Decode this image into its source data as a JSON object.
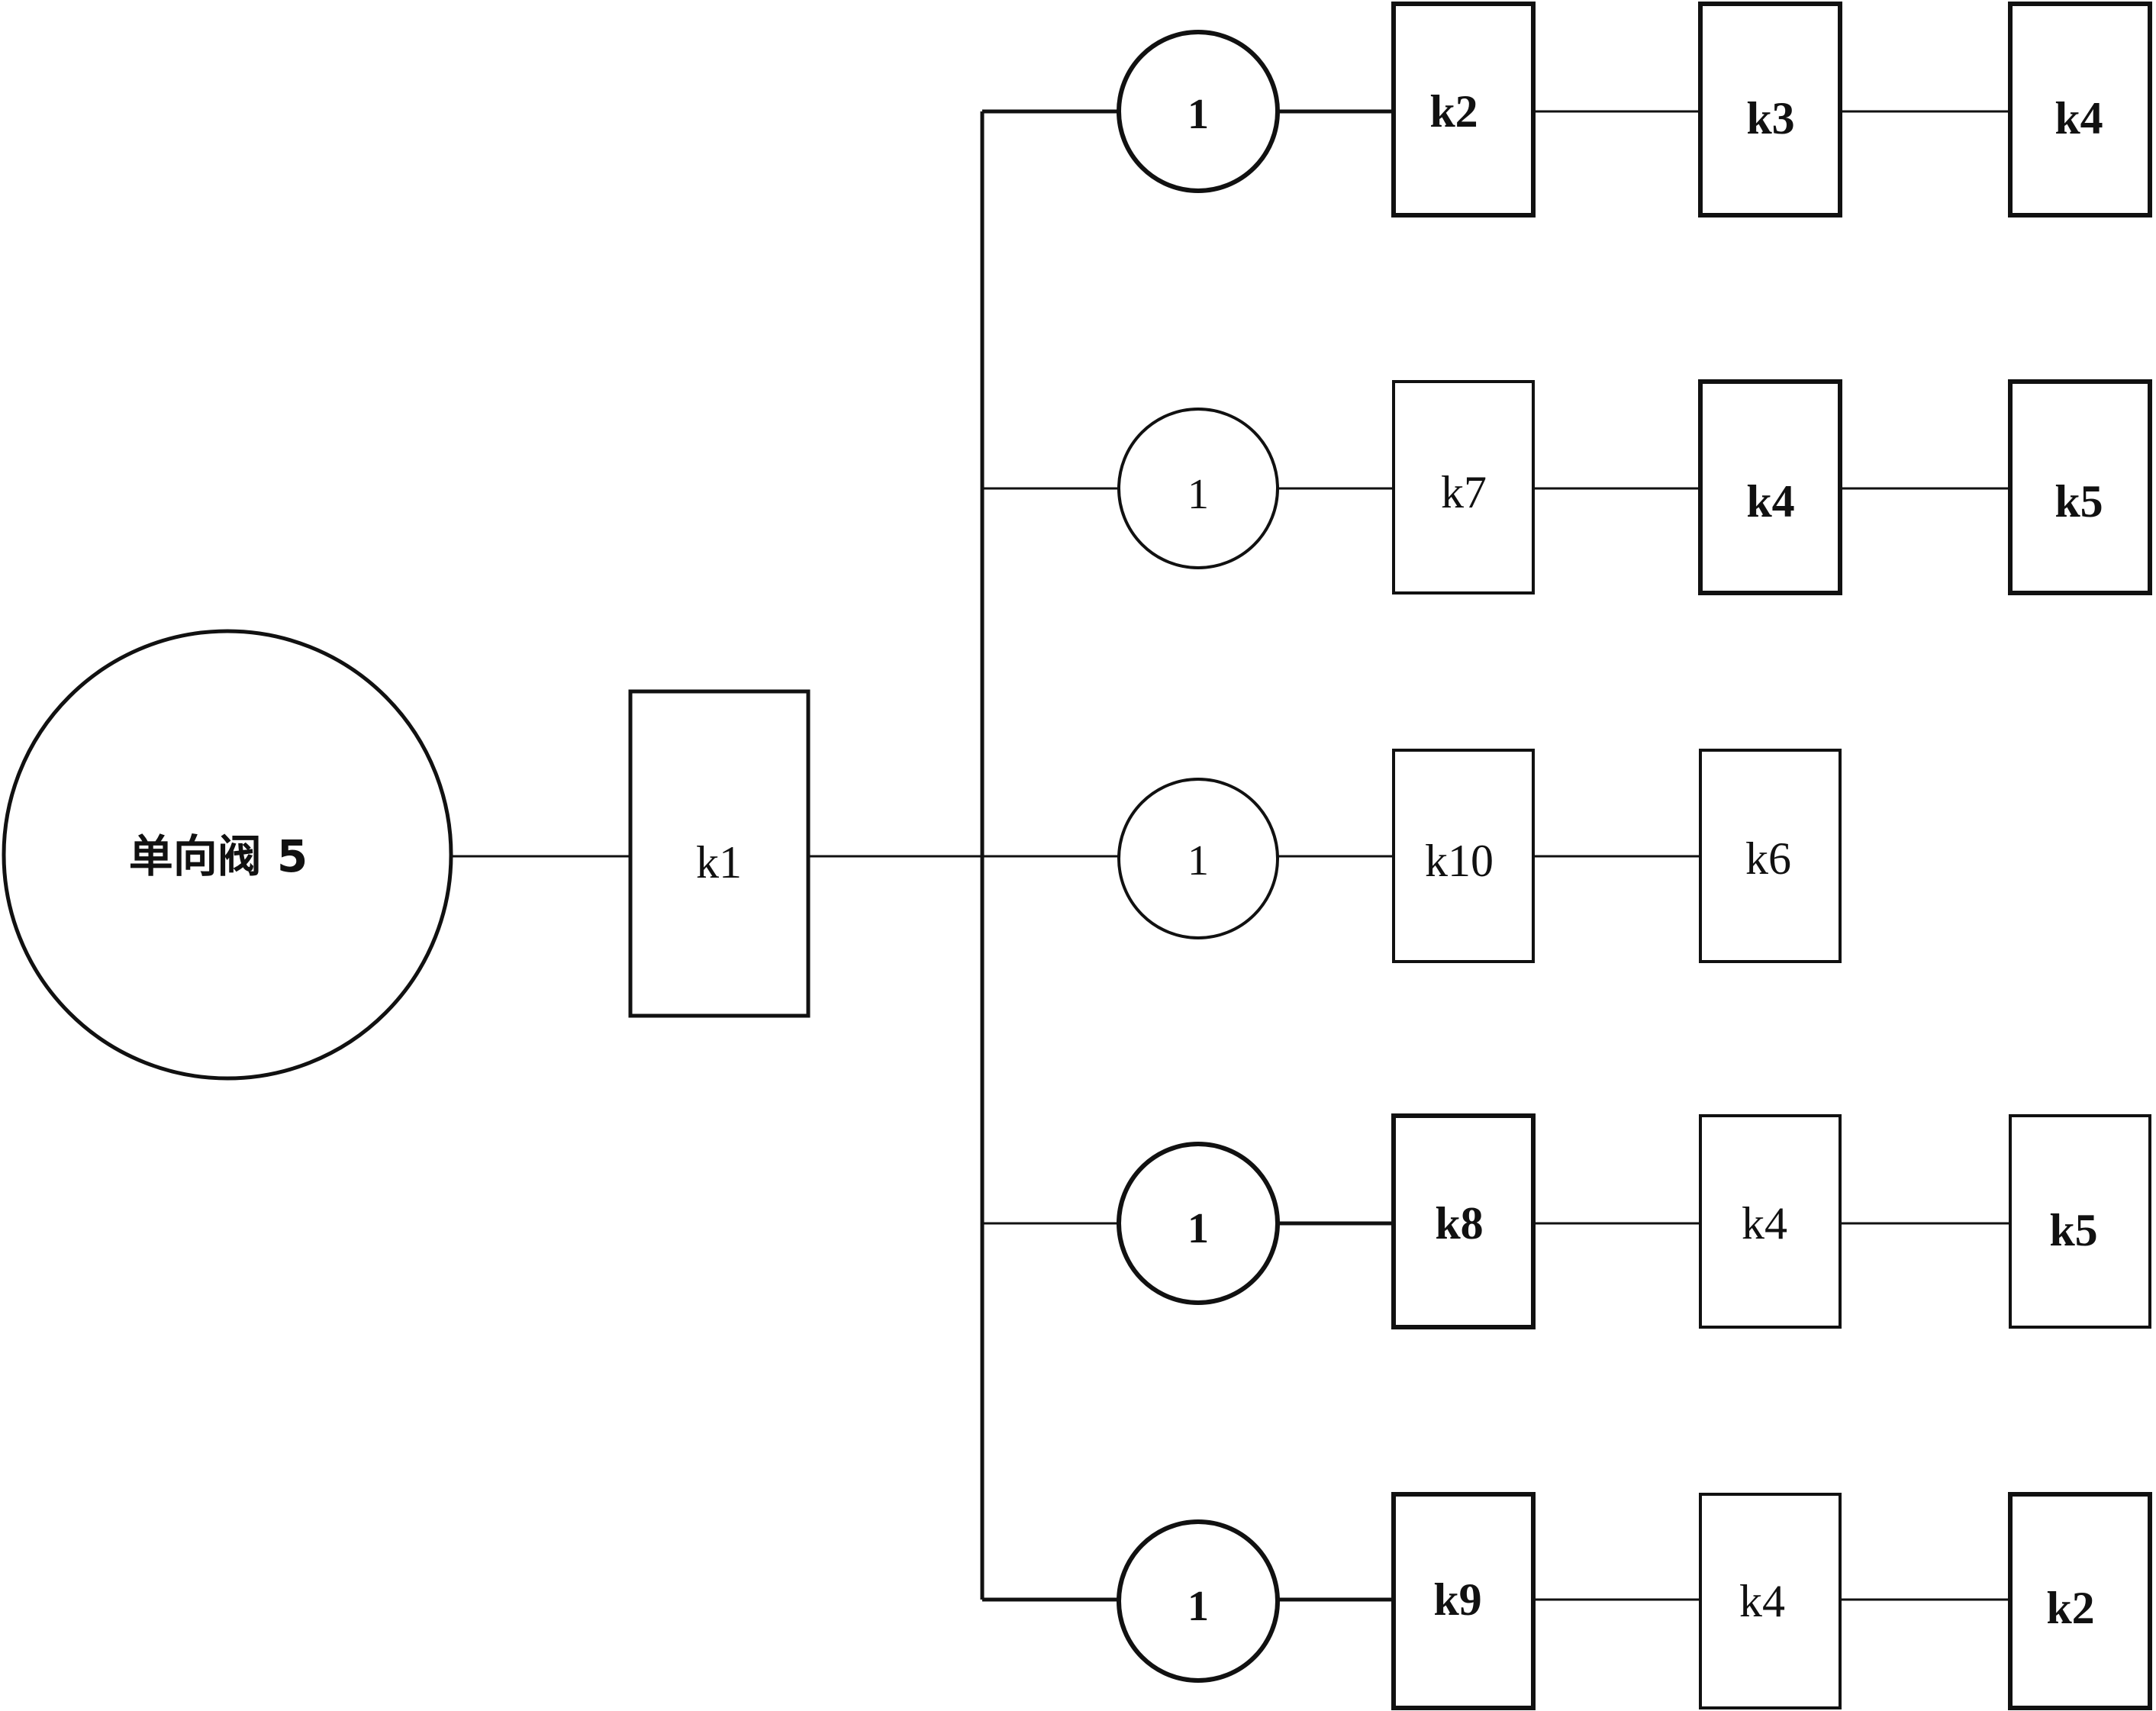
{
  "diagram": {
    "source": {
      "label": "单向阀 5"
    },
    "main_valve": {
      "label": "k1"
    },
    "branches": [
      {
        "node": "1",
        "chain": [
          "k2",
          "k3",
          "k4"
        ]
      },
      {
        "node": "1",
        "chain": [
          "k7",
          "k4",
          "k5"
        ]
      },
      {
        "node": "1",
        "chain": [
          "k10",
          "k6"
        ]
      },
      {
        "node": "1",
        "chain": [
          "k8",
          "k4",
          "k5"
        ]
      },
      {
        "node": "1",
        "chain": [
          "k9",
          "k4",
          "k2"
        ]
      }
    ]
  }
}
